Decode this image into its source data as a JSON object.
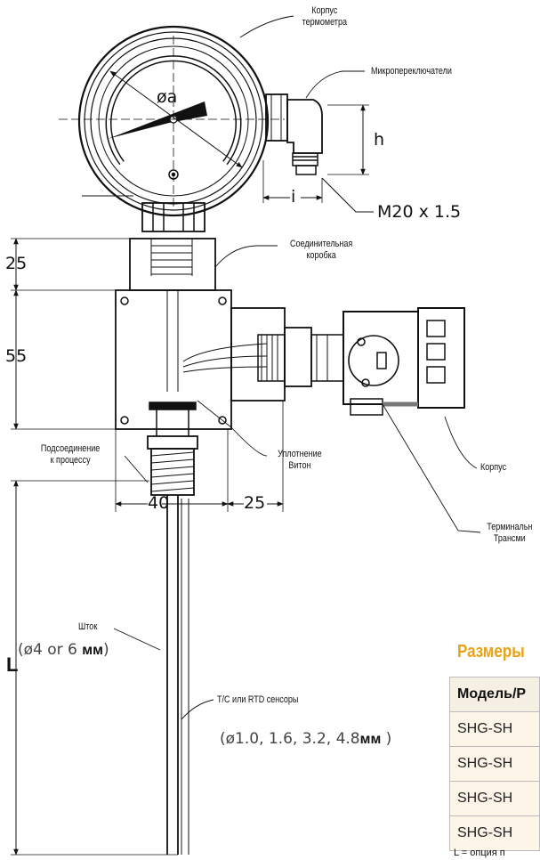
{
  "labels": {
    "gauge_housing": "Корпус\nтермометра",
    "microswitches": "Микропереключатели",
    "junction_box": "Соединительная\nкоробка",
    "process_connection": "Подсоединение\nк процессу",
    "viton_seal": "Уплотнение\nВитон",
    "housing": "Корпус",
    "terminal_transmitter": "Терминальн\nТрансми",
    "stem": "Шток",
    "sensors": "T/C или RTD сенсоры"
  },
  "dimensions": {
    "dial": "øa",
    "h": "h",
    "i": "i",
    "thread": "M20 x 1.5",
    "d25_top": "25",
    "d55": "55",
    "d40": "40",
    "d25_side": "25",
    "L": "L"
  },
  "notes": {
    "stem_dia": "(ø4 or 6 ",
    "stem_unit": "мм",
    "stem_close": ")",
    "sensor_dia": "(ø1.0, 1.6, 3.2, 4.8",
    "sensor_unit": "мм",
    "sensor_close": " )"
  },
  "table": {
    "title": "Размеры",
    "header": "Модель/Р",
    "rows": [
      "SHG-SH",
      "SHG-SH",
      "SHG-SH",
      "SHG-SH"
    ],
    "footnote": "L = опция п"
  }
}
